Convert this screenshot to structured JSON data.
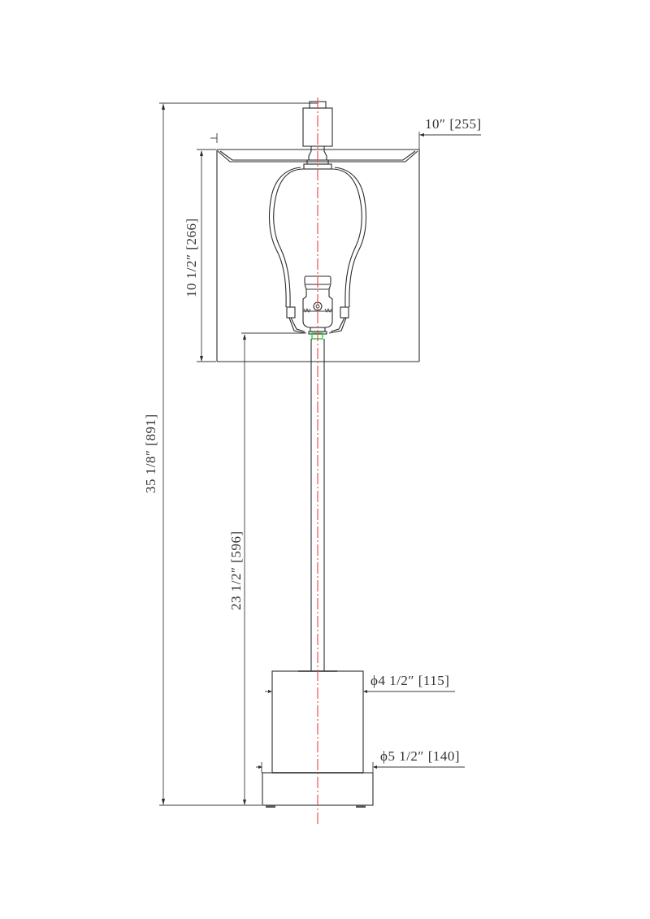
{
  "drawing": {
    "subject": "Table lamp dimension drawing",
    "colors": {
      "line": "#2b2b2b",
      "centerline": "#e8504a",
      "marker": "#2ecc40",
      "background": "#ffffff"
    }
  },
  "dimensions": {
    "shade_width": "10″ [255]",
    "shade_height": "10 1/2″ [266]",
    "overall_height": "35 1/8″ [891]",
    "base_to_shade_height": "23 1/2″ [596]",
    "body_diameter": "ϕ4 1/2″ [115]",
    "base_diameter": "ϕ5 1/2″ [140]"
  }
}
